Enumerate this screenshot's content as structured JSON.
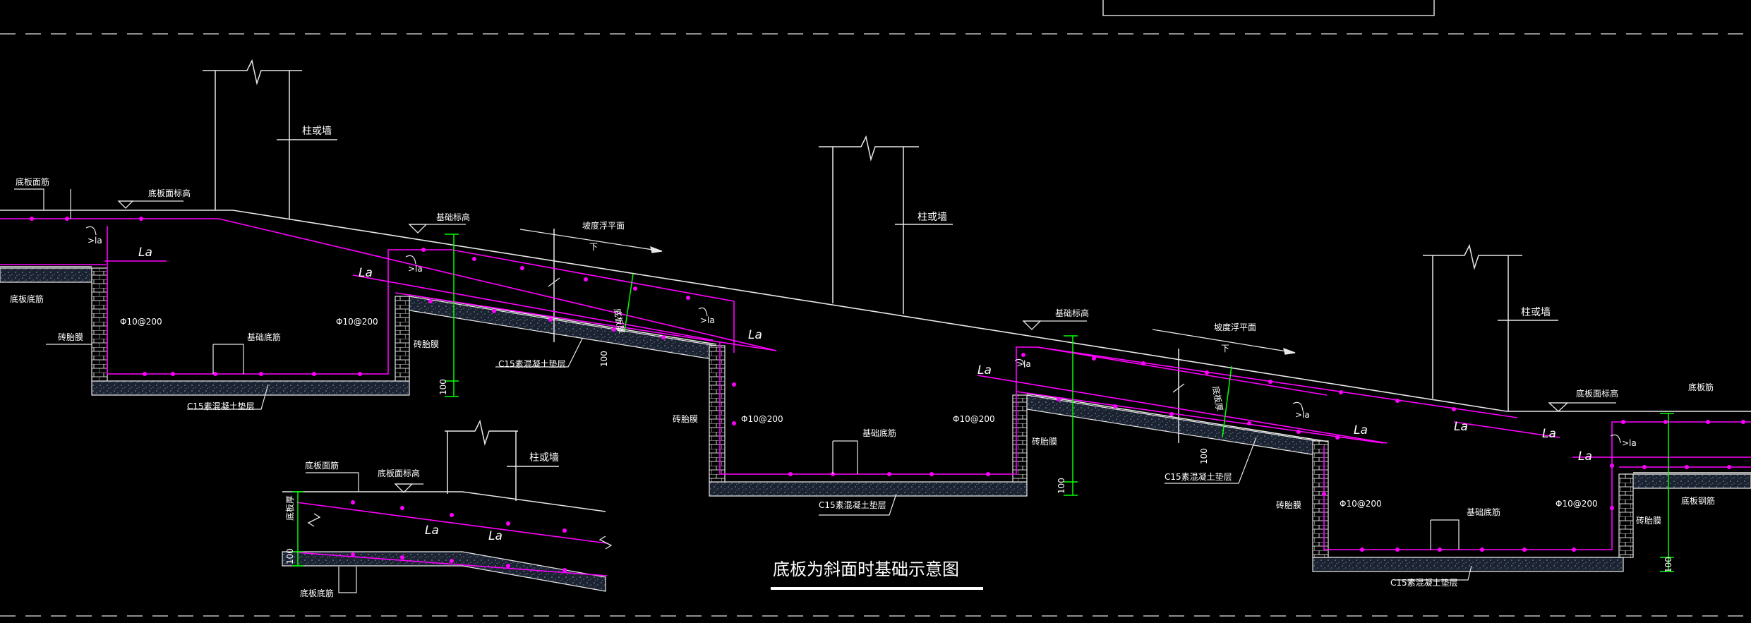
{
  "title": "底板为斜面时基础示意图",
  "colors": {
    "background": "#000000",
    "outline": "#ffffff",
    "rebar": "#ff00ff",
    "dimension": "#00ff00",
    "concrete_fill": "#1b2230"
  },
  "labels": {
    "column_wall": "柱或墙",
    "bottom_top": "底板面筋",
    "bottom_top_elev": "底板面标高",
    "bottom_bottom": "底板底筋",
    "foundation_bottom": "基础底筋",
    "foundation_elev": "基础标高",
    "slope_reference": "坡度浮平面",
    "slope_arrow": "下",
    "c15_cushion": "C15素混凝土垫层",
    "brick_formwork": "砖胎膜",
    "rebar_spacing": "Φ10@200",
    "anchor_la": "La",
    "hook_la": ">la",
    "slab_thickness": "底板厚",
    "cushion_100": "100",
    "bottom_rebar_right": "底板钢筋",
    "bottom_elev_right": "底板面标高",
    "top_rebar_right": "底板筋"
  }
}
